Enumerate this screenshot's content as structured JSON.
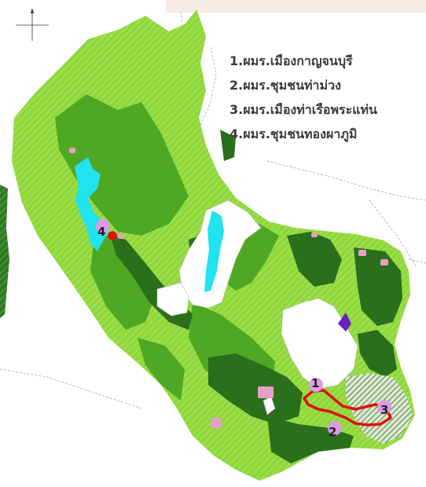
{
  "legend": {
    "items": [
      "1.ผมร.เมืองกาญจนบุรี",
      "2.ผมร.ชุมชนท่าม่วง",
      "3.ผมร.เมืองท่าเรือพระแท่น",
      "4.ผมร.ชุมชนทองผาภูมิ"
    ]
  },
  "markers": {
    "m1": "1",
    "m2": "2",
    "m3": "3",
    "m4": "4"
  },
  "colors": {
    "light_green": "#7fcf2b",
    "medium_green": "#3f9f20",
    "dark_green": "#2a6f1c",
    "water": "#21e3ef",
    "urban_pink": "#e6a0c4",
    "highlight_red": "#e01010",
    "purple": "#6a1fbf",
    "marker_pink": "#dd9be6"
  }
}
